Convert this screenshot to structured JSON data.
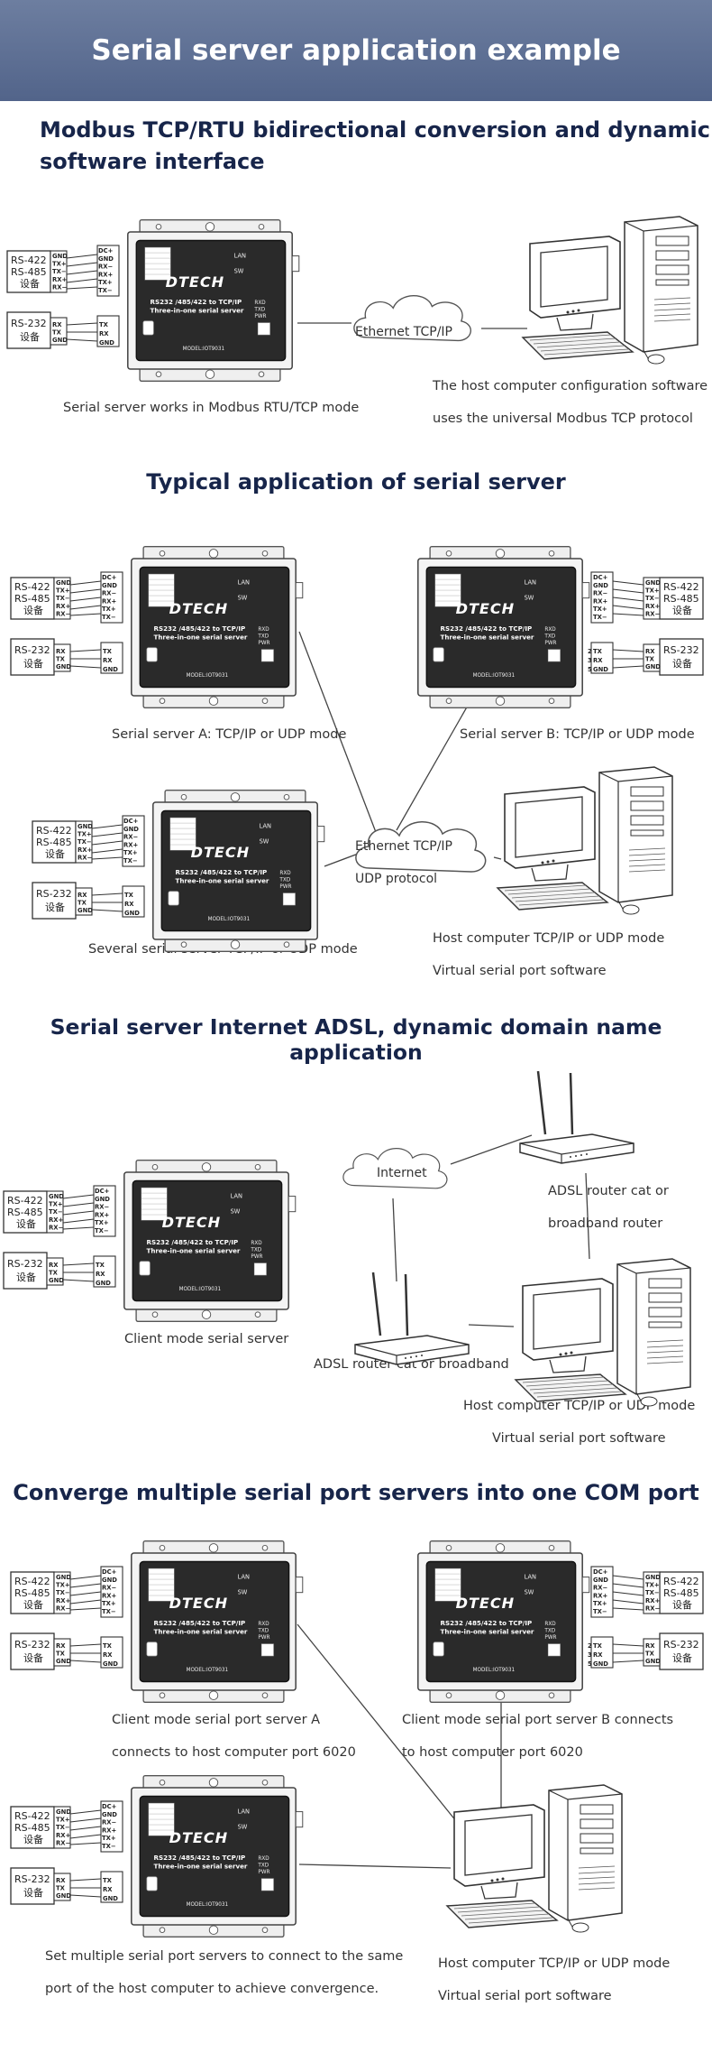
{
  "header": {
    "title": "Serial server application example"
  },
  "device": {
    "brand": "DTECH",
    "line1": "RS232 /485/422 to TCP/IP",
    "line2": "Three-in-one serial server",
    "model": "MODEL:IOT9031",
    "lan": "LAN",
    "sw": "SW",
    "rxd": "RXD",
    "txd": "TXD",
    "pwr": "PWR",
    "pins": [
      "DC+",
      "GND",
      "RX−",
      "RX+",
      "TX+",
      "TX−"
    ],
    "pins232": [
      "TX",
      "RX",
      "GND"
    ],
    "pinnums": [
      "2",
      "3",
      "5"
    ]
  },
  "terminal": {
    "rs422": "RS-422",
    "rs485": "RS-485",
    "dev": "设备",
    "rs232": "RS-232",
    "pins485": [
      "GND",
      "TX+",
      "TX−",
      "RX+",
      "RX−"
    ],
    "pins232": [
      "RX",
      "TX",
      "GND"
    ]
  },
  "s1": {
    "title_l1": "Modbus TCP/RTU bidirectional conversion and dynamic",
    "title_l2": "software interface",
    "cloud": "Ethernet TCP/IP",
    "cap_server": "Serial server works in Modbus RTU/TCP mode",
    "cap_pc_1": "The host computer configuration software",
    "cap_pc_2": "uses the universal Modbus TCP protocol"
  },
  "s2": {
    "title": "Typical application of serial server",
    "cap_a": "Serial server A: TCP/IP or UDP mode",
    "cap_b": "Serial server B: TCP/IP or UDP mode",
    "cap_several": "Several serial server TCP/IP or UDP mode",
    "cloud_1": "Ethernet TCP/IP",
    "cloud_2": "UDP protocol",
    "cap_pc_1": "Host computer TCP/IP or UDP mode",
    "cap_pc_2": "Virtual serial port software"
  },
  "s3": {
    "title": "Serial server Internet ADSL, dynamic domain name application",
    "cloud": "Internet",
    "cap_router_top_1": "ADSL router cat or",
    "cap_router_top_2": "broadband router",
    "cap_client": "Client mode serial server",
    "cap_router_bottom": "ADSL router cat or broadband",
    "cap_pc_1": "Host computer TCP/IP or UDP mode",
    "cap_pc_2": "Virtual serial port software"
  },
  "s4": {
    "title": "Converge multiple serial port servers into one COM port",
    "cap_a_1": "Client mode serial port server A",
    "cap_a_2": "connects to host computer port 6020",
    "cap_b_1": "Client mode serial port server B connects",
    "cap_b_2": "to host computer port 6020",
    "cap_bottom_1": "Set multiple serial port servers to connect to the same",
    "cap_bottom_2": "port of the host computer to achieve convergence.",
    "cap_pc_1": "Host computer TCP/IP or UDP mode",
    "cap_pc_2": "Virtual serial port software"
  }
}
